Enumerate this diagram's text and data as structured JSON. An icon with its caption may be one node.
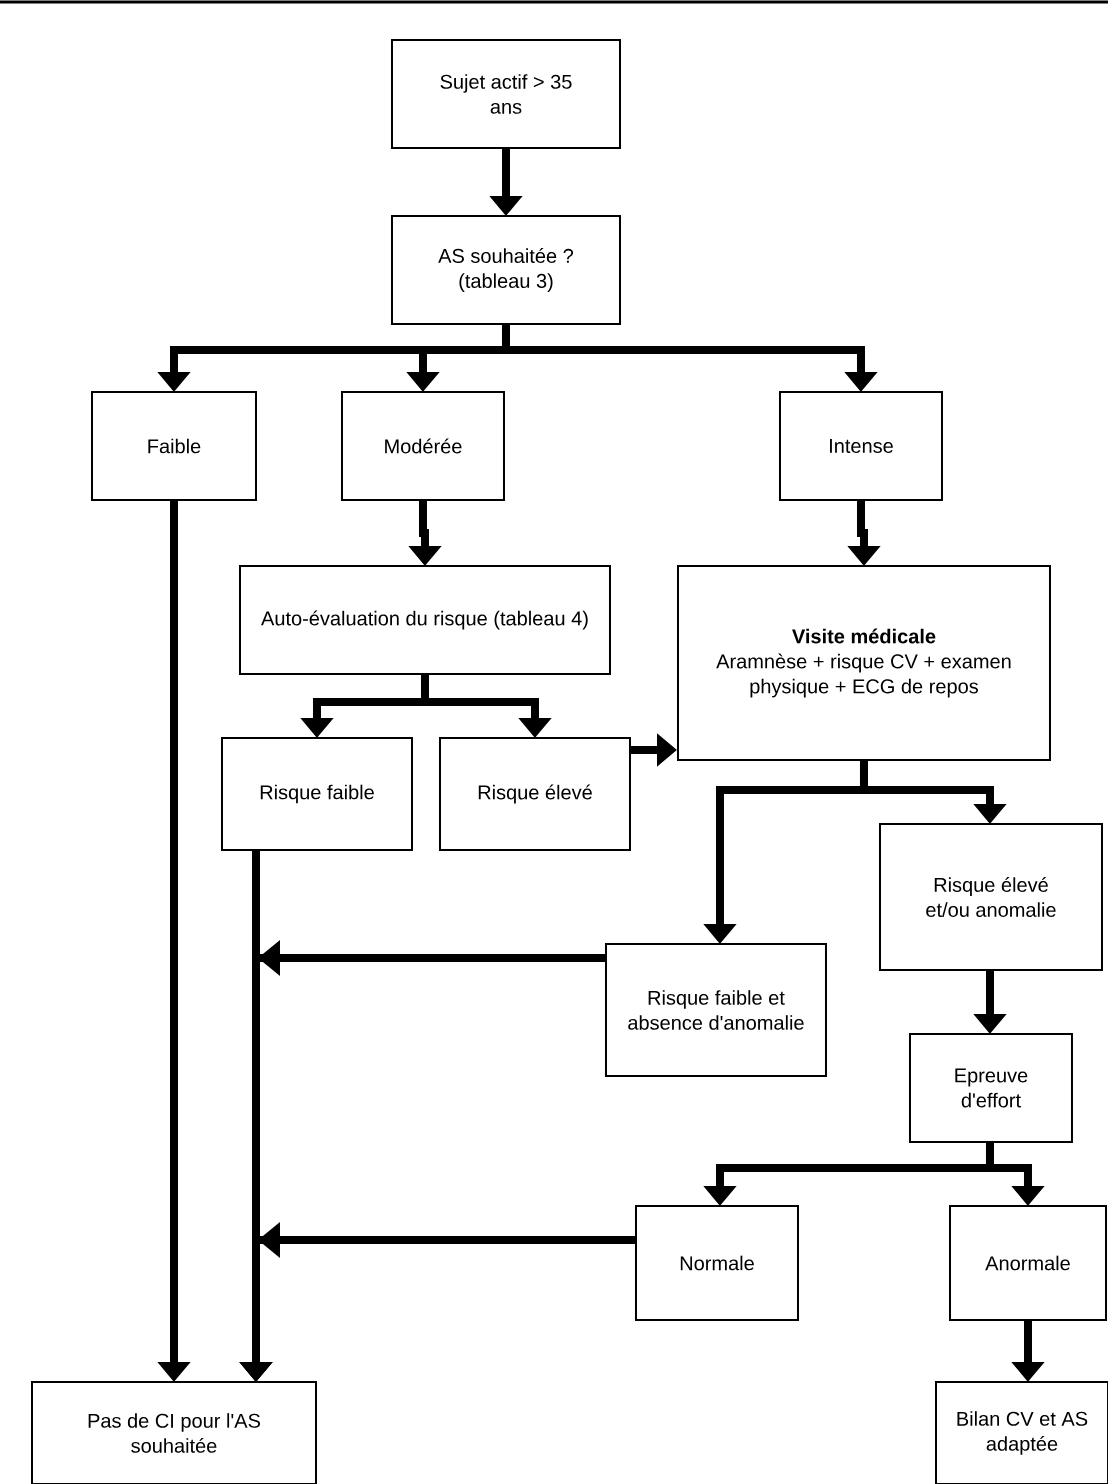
{
  "diagram": {
    "nodes": [
      {
        "text": [
          "Sujet actif > 35 ans"
        ]
      },
      {
        "text": [
          "AS souhaitée ? (tableau 3)"
        ]
      },
      {
        "text": [
          "Faible"
        ]
      },
      {
        "text": [
          "Modérée"
        ]
      },
      {
        "text": [
          "Intense"
        ]
      },
      {
        "text": [
          "Auto-évaluation du risque (tableau 4)"
        ]
      },
      {
        "text": [
          "Visite médicale",
          "Aramnèse + risque CV + examen physique + ECG de repos"
        ]
      },
      {
        "text": [
          "Risque faible"
        ]
      },
      {
        "text": [
          "Risque élevé"
        ]
      },
      {
        "text": [
          "Risque faible et absence d'anomalie"
        ]
      },
      {
        "text": [
          "Risque élevé et/ou anomalie"
        ]
      },
      {
        "text": [
          "Epreuve d'effort"
        ]
      },
      {
        "text": [
          "Normale"
        ]
      },
      {
        "text": [
          "Anormale"
        ]
      },
      {
        "text": [
          "Pas de CI pour l'AS souhaitée"
        ]
      },
      {
        "text": [
          "Bilan CV et AS adaptée"
        ]
      }
    ],
    "edges": [
      {
        "from": 0,
        "to": 1,
        "arrow": "to"
      },
      {
        "from": 1,
        "to": 2,
        "arrow": "to"
      },
      {
        "from": 1,
        "to": 3,
        "arrow": "to"
      },
      {
        "from": 1,
        "to": 4,
        "arrow": "to"
      },
      {
        "from": 3,
        "to": 5,
        "arrow": "to"
      },
      {
        "from": 4,
        "to": 6,
        "arrow": "to"
      },
      {
        "from": 5,
        "to": 7,
        "arrow": "to"
      },
      {
        "from": 5,
        "to": 8,
        "arrow": "to"
      },
      {
        "from": 8,
        "to": 6,
        "arrow": "to"
      },
      {
        "from": 6,
        "to": 9,
        "arrow": "to"
      },
      {
        "from": 6,
        "to": 10,
        "arrow": "to"
      },
      {
        "from": 2,
        "to": 14,
        "arrow": "to"
      },
      {
        "from": 7,
        "to": 14,
        "arrow": "to"
      },
      {
        "from": 9,
        "to": 14,
        "arrow": "to"
      },
      {
        "from": 10,
        "to": 11,
        "arrow": "to"
      },
      {
        "from": 11,
        "to": 12,
        "arrow": "to"
      },
      {
        "from": 11,
        "to": 13,
        "arrow": "to"
      },
      {
        "from": 12,
        "to": 14,
        "arrow": "to"
      },
      {
        "from": 13,
        "to": 15,
        "arrow": "to"
      }
    ]
  }
}
